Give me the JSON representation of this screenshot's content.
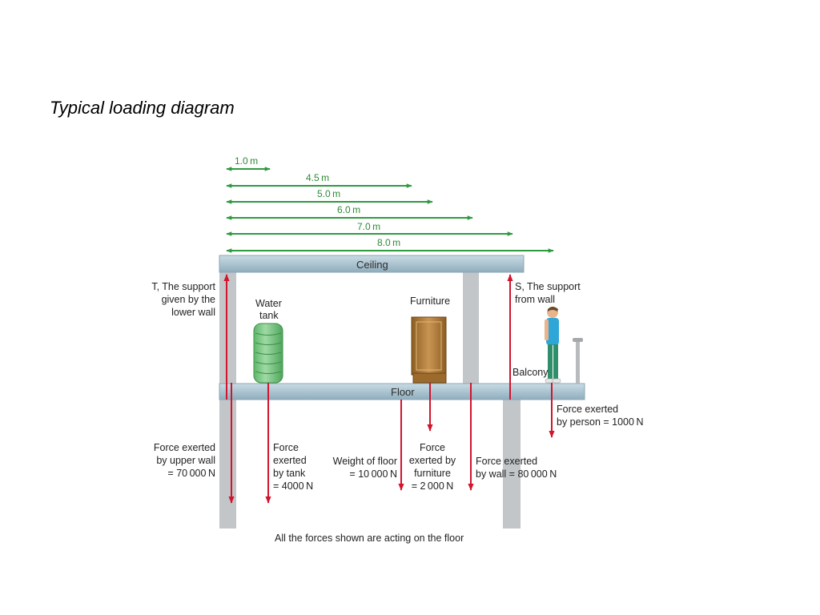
{
  "title": "Typical loading diagram",
  "colors": {
    "dimension_arrow": "#2e9a3e",
    "force_arrow": "#d2142c",
    "beam": "#a9c2cf",
    "wall": "#c3c6c8",
    "tank": "#77c77f",
    "furniture": "#b8843e"
  },
  "dimensions": [
    "1.0 m",
    "4.5 m",
    "5.0 m",
    "6.0 m",
    "7.0 m",
    "8.0 m"
  ],
  "ceiling_label": "Ceiling",
  "floor_label": "Floor",
  "support_T": [
    "T, The support",
    "given by the",
    "lower wall"
  ],
  "support_S": [
    "S, The support",
    "from wall"
  ],
  "water_tank_label": [
    "Water",
    "tank"
  ],
  "furniture_label": "Furniture",
  "balcony_label": "Balcony",
  "force_person": [
    "Force exerted",
    "by person = 1000 N"
  ],
  "force_upper_wall": [
    "Force exerted",
    "by upper wall",
    "= 70 000 N"
  ],
  "force_tank": [
    "Force",
    "exerted",
    "by tank",
    "= 4000 N"
  ],
  "weight_floor": [
    "Weight of floor",
    "= 10 000 N"
  ],
  "force_furniture": [
    "Force",
    "exerted by",
    "furniture",
    "= 2 000 N"
  ],
  "force_wall": [
    "Force exerted",
    "by wall = 80 000 N"
  ],
  "footer_note": "All the forces shown are acting on the floor"
}
